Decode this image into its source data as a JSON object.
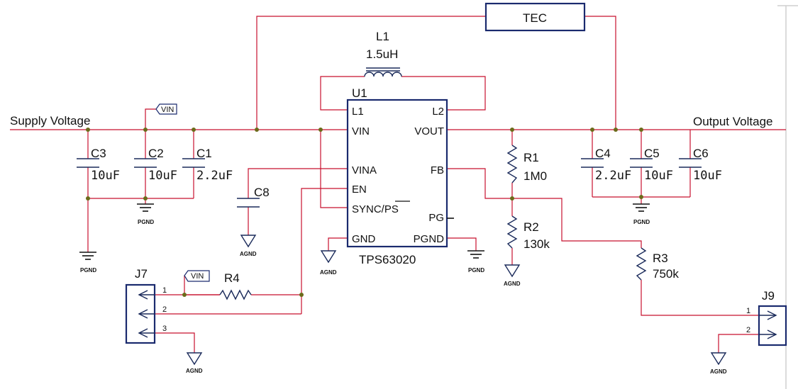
{
  "nets": {
    "supply": "Supply Voltage",
    "output": "Output Voltage",
    "vin_tag": "VIN",
    "vin_tag_j7": "VIN",
    "pgnd": "PGND",
    "agnd": "AGND"
  },
  "tec": {
    "label": "TEC"
  },
  "ic": {
    "ref": "U1",
    "part": "TPS63020",
    "pins_left": [
      "L1",
      "VIN",
      "VINA",
      "EN",
      "SYNC/PS",
      "GND"
    ],
    "pins_right": [
      "L2",
      "VOUT",
      "FB",
      "PG",
      "PGND"
    ]
  },
  "inductor": {
    "ref": "L1",
    "value": "1.5uH"
  },
  "capacitors": [
    {
      "ref": "C3",
      "value": "10uF"
    },
    {
      "ref": "C2",
      "value": "10uF"
    },
    {
      "ref": "C1",
      "value": "2.2uF"
    },
    {
      "ref": "C8",
      "value": ""
    },
    {
      "ref": "C4",
      "value": "2.2uF"
    },
    {
      "ref": "C5",
      "value": "10uF"
    },
    {
      "ref": "C6",
      "value": "10uF"
    }
  ],
  "resistors": [
    {
      "ref": "R1",
      "value": "1M0"
    },
    {
      "ref": "R2",
      "value": "130k"
    },
    {
      "ref": "R3",
      "value": "750k"
    },
    {
      "ref": "R4",
      "value": ""
    }
  ],
  "connectors": {
    "j7": {
      "ref": "J7",
      "pins": [
        "1",
        "2",
        "3"
      ]
    },
    "j9": {
      "ref": "J9",
      "pins": [
        "1",
        "2"
      ]
    }
  }
}
